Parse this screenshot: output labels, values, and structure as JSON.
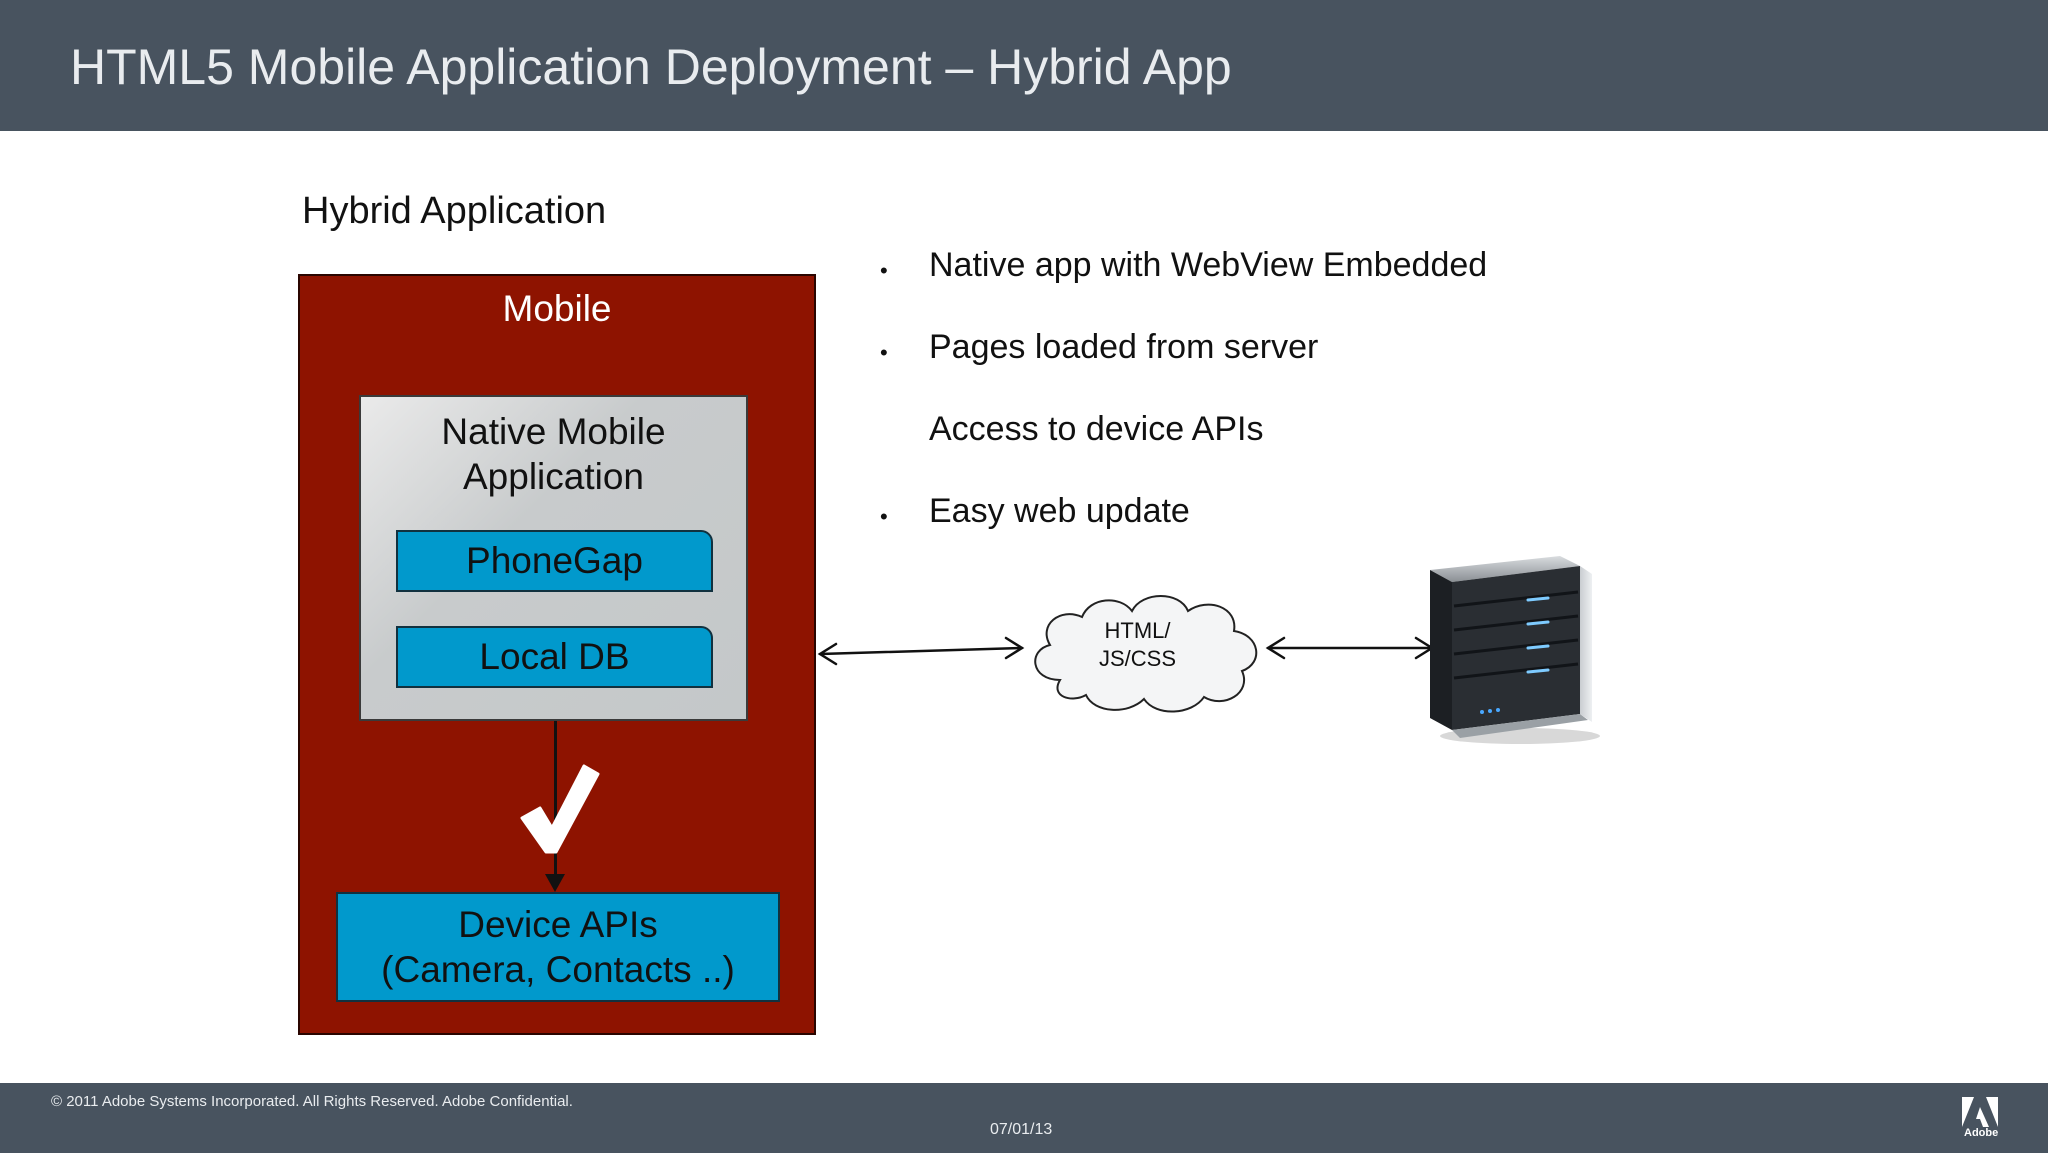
{
  "header": {
    "title": "HTML5 Mobile Application Deployment – Hybrid App"
  },
  "section": {
    "title": "Hybrid Application"
  },
  "diagram": {
    "mobile_label": "Mobile",
    "native_label": "Native Mobile\nApplication",
    "native_line1": "Native Mobile",
    "native_line2": "Application",
    "phonegap_label": "PhoneGap",
    "localdb_label": "Local DB",
    "device_line1": "Device APIs",
    "device_line2": "(Camera, Contacts ..)",
    "cloud_line1": "HTML/",
    "cloud_line2": "JS/CSS",
    "colors": {
      "mobile": "#8e1300",
      "module": "#0199cc",
      "native": "#c8cbcc"
    }
  },
  "bullets": [
    {
      "text": "Native app with WebView Embedded",
      "has_dot": true
    },
    {
      "text": "Pages loaded from server",
      "has_dot": true
    },
    {
      "text": "Access to device APIs",
      "has_dot": false
    },
    {
      "text": "Easy web update",
      "has_dot": true
    }
  ],
  "bullet_symbol": "•",
  "footer": {
    "copyright": "© 2011 Adobe Systems Incorporated.  All Rights Reserved.  Adobe Confidential.",
    "date": "07/01/13",
    "logo_text": "Adobe"
  },
  "icons": {
    "check": "checkmark-icon",
    "server": "server-icon",
    "cloud": "cloud-icon",
    "logo": "adobe-logo-icon"
  }
}
